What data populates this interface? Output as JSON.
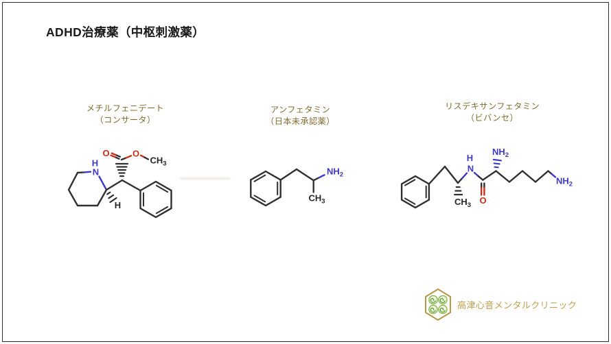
{
  "slide_title": "ADHD治療薬（中枢刺激薬）",
  "molecules": [
    {
      "name": "メチルフェニデート",
      "brand": "（コンサータ）",
      "structure_icon": "methylphenidate-skeletal-structure"
    },
    {
      "name": "アンフェタミン",
      "brand": "（日本未承認薬）",
      "structure_icon": "amphetamine-skeletal-structure"
    },
    {
      "name": "リスデキサンフェタミン",
      "brand": "（ビバンセ）",
      "structure_icon": "lisdexamfetamine-skeletal-structure"
    }
  ],
  "atom_labels": {
    "nitrogen": "N",
    "oxygen": "O",
    "hydrogen": "H",
    "ch": "CH",
    "nh": "NH",
    "sub2": "2",
    "sub3": "3"
  },
  "footer": {
    "clinic_name": "高津心音メンタルクリニック",
    "logo_icon": "hexagon-clover-logo"
  },
  "colors": {
    "title_text": "#1a1a1a",
    "molecule_label_text": "#7e6c30",
    "bond_black": "#303030",
    "nitrogen_blue": "#3d3ac6",
    "oxygen_red": "#ca3018",
    "logo_gold": "#c2a052",
    "logo_green": "#86b54e",
    "border": "#2e2e2e"
  }
}
